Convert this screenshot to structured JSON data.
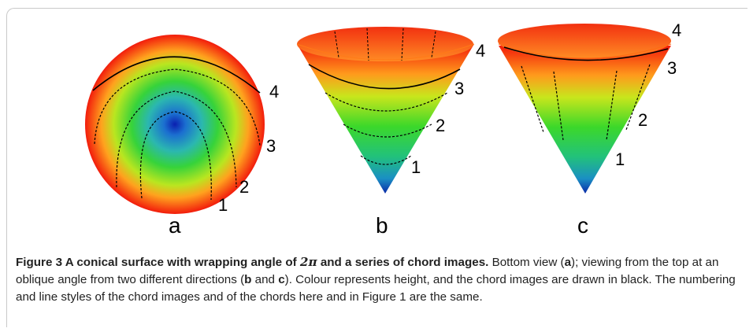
{
  "panels": [
    {
      "letter": "a",
      "chord_labels": [
        "1",
        "2",
        "3",
        "4"
      ]
    },
    {
      "letter": "b",
      "chord_labels": [
        "1",
        "2",
        "3",
        "4"
      ]
    },
    {
      "letter": "c",
      "chord_labels": [
        "1",
        "2",
        "3",
        "4"
      ]
    }
  ],
  "caption": {
    "title_pre": "Figure 3 A conical surface with wrapping angle of ",
    "title_math": "2π",
    "title_post": " and a series of chord images.",
    "text_1": " Bottom view (",
    "bold_a": "a",
    "text_2": "); viewing from the top at an oblique angle from two different directions (",
    "bold_b": "b",
    "text_3": " and ",
    "bold_c": "c",
    "text_4": "). Colour represents height, and the chord images are drawn in black. The numbering and line styles of the chord images and of the chords here and in Figure 1 are the same."
  }
}
